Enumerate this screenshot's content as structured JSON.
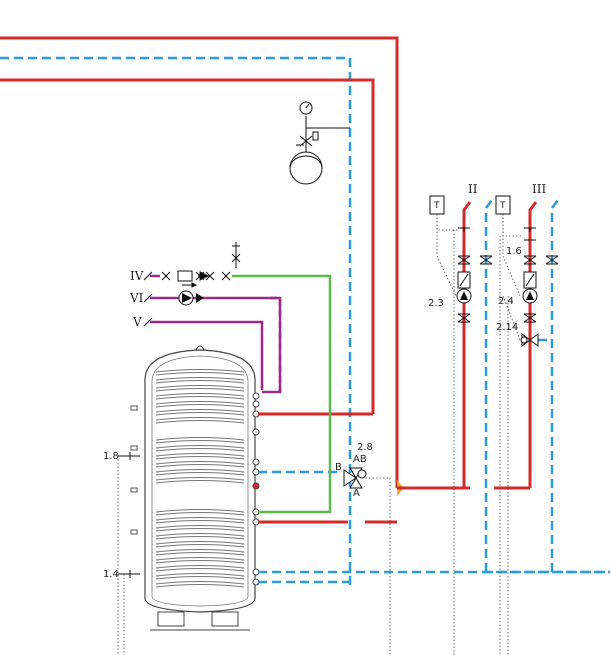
{
  "labels": {
    "circuit_2": "II",
    "circuit_3": "III",
    "connection_4": "IV",
    "connection_5": "V",
    "connection_6": "VI",
    "ref_1_8": "1.8",
    "ref_1_4": "1.4",
    "ref_1_6": "1.6",
    "ref_2_3": "2.3",
    "ref_2_4": "2.4",
    "ref_2_14": "2.14",
    "ref_2_8": "2.8",
    "port_ab": "AB",
    "port_a": "A",
    "port_b": "B",
    "thermostat_symbol": "T"
  },
  "colors": {
    "flow": "#d42a2a",
    "return": "#2d9cd8",
    "cold_water": "#5cb848",
    "circulation": "#9b2a8a",
    "junction": "#f5a623"
  }
}
